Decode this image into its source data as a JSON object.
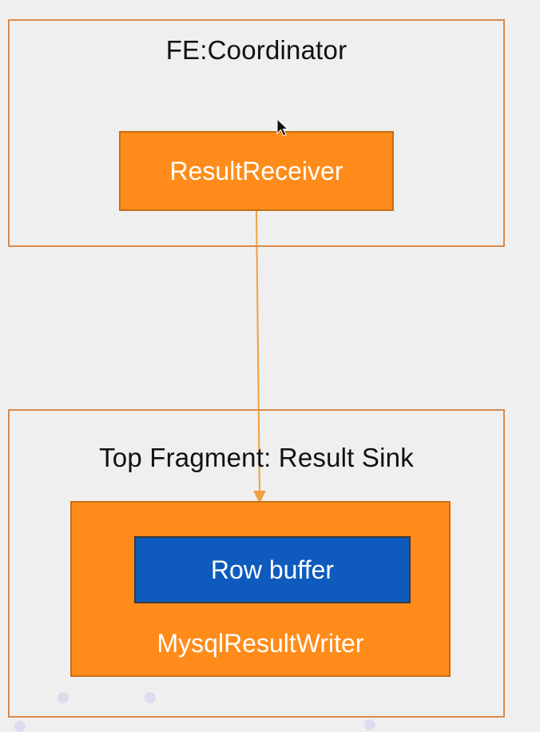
{
  "diagram": {
    "coordinator": {
      "title": "FE:Coordinator",
      "component": "ResultReceiver"
    },
    "fragment": {
      "title": "Top Fragment: Result Sink",
      "writer": "MysqlResultWriter",
      "buffer": "Row buffer"
    }
  },
  "colors": {
    "panel_border": "#d9894a",
    "orange_fill": "#ff8c1a",
    "buffer_fill": "#0e5bbd",
    "arrow": "#f0a040",
    "background": "#efefef"
  },
  "icons": {
    "cursor": "mouse-pointer-icon"
  }
}
